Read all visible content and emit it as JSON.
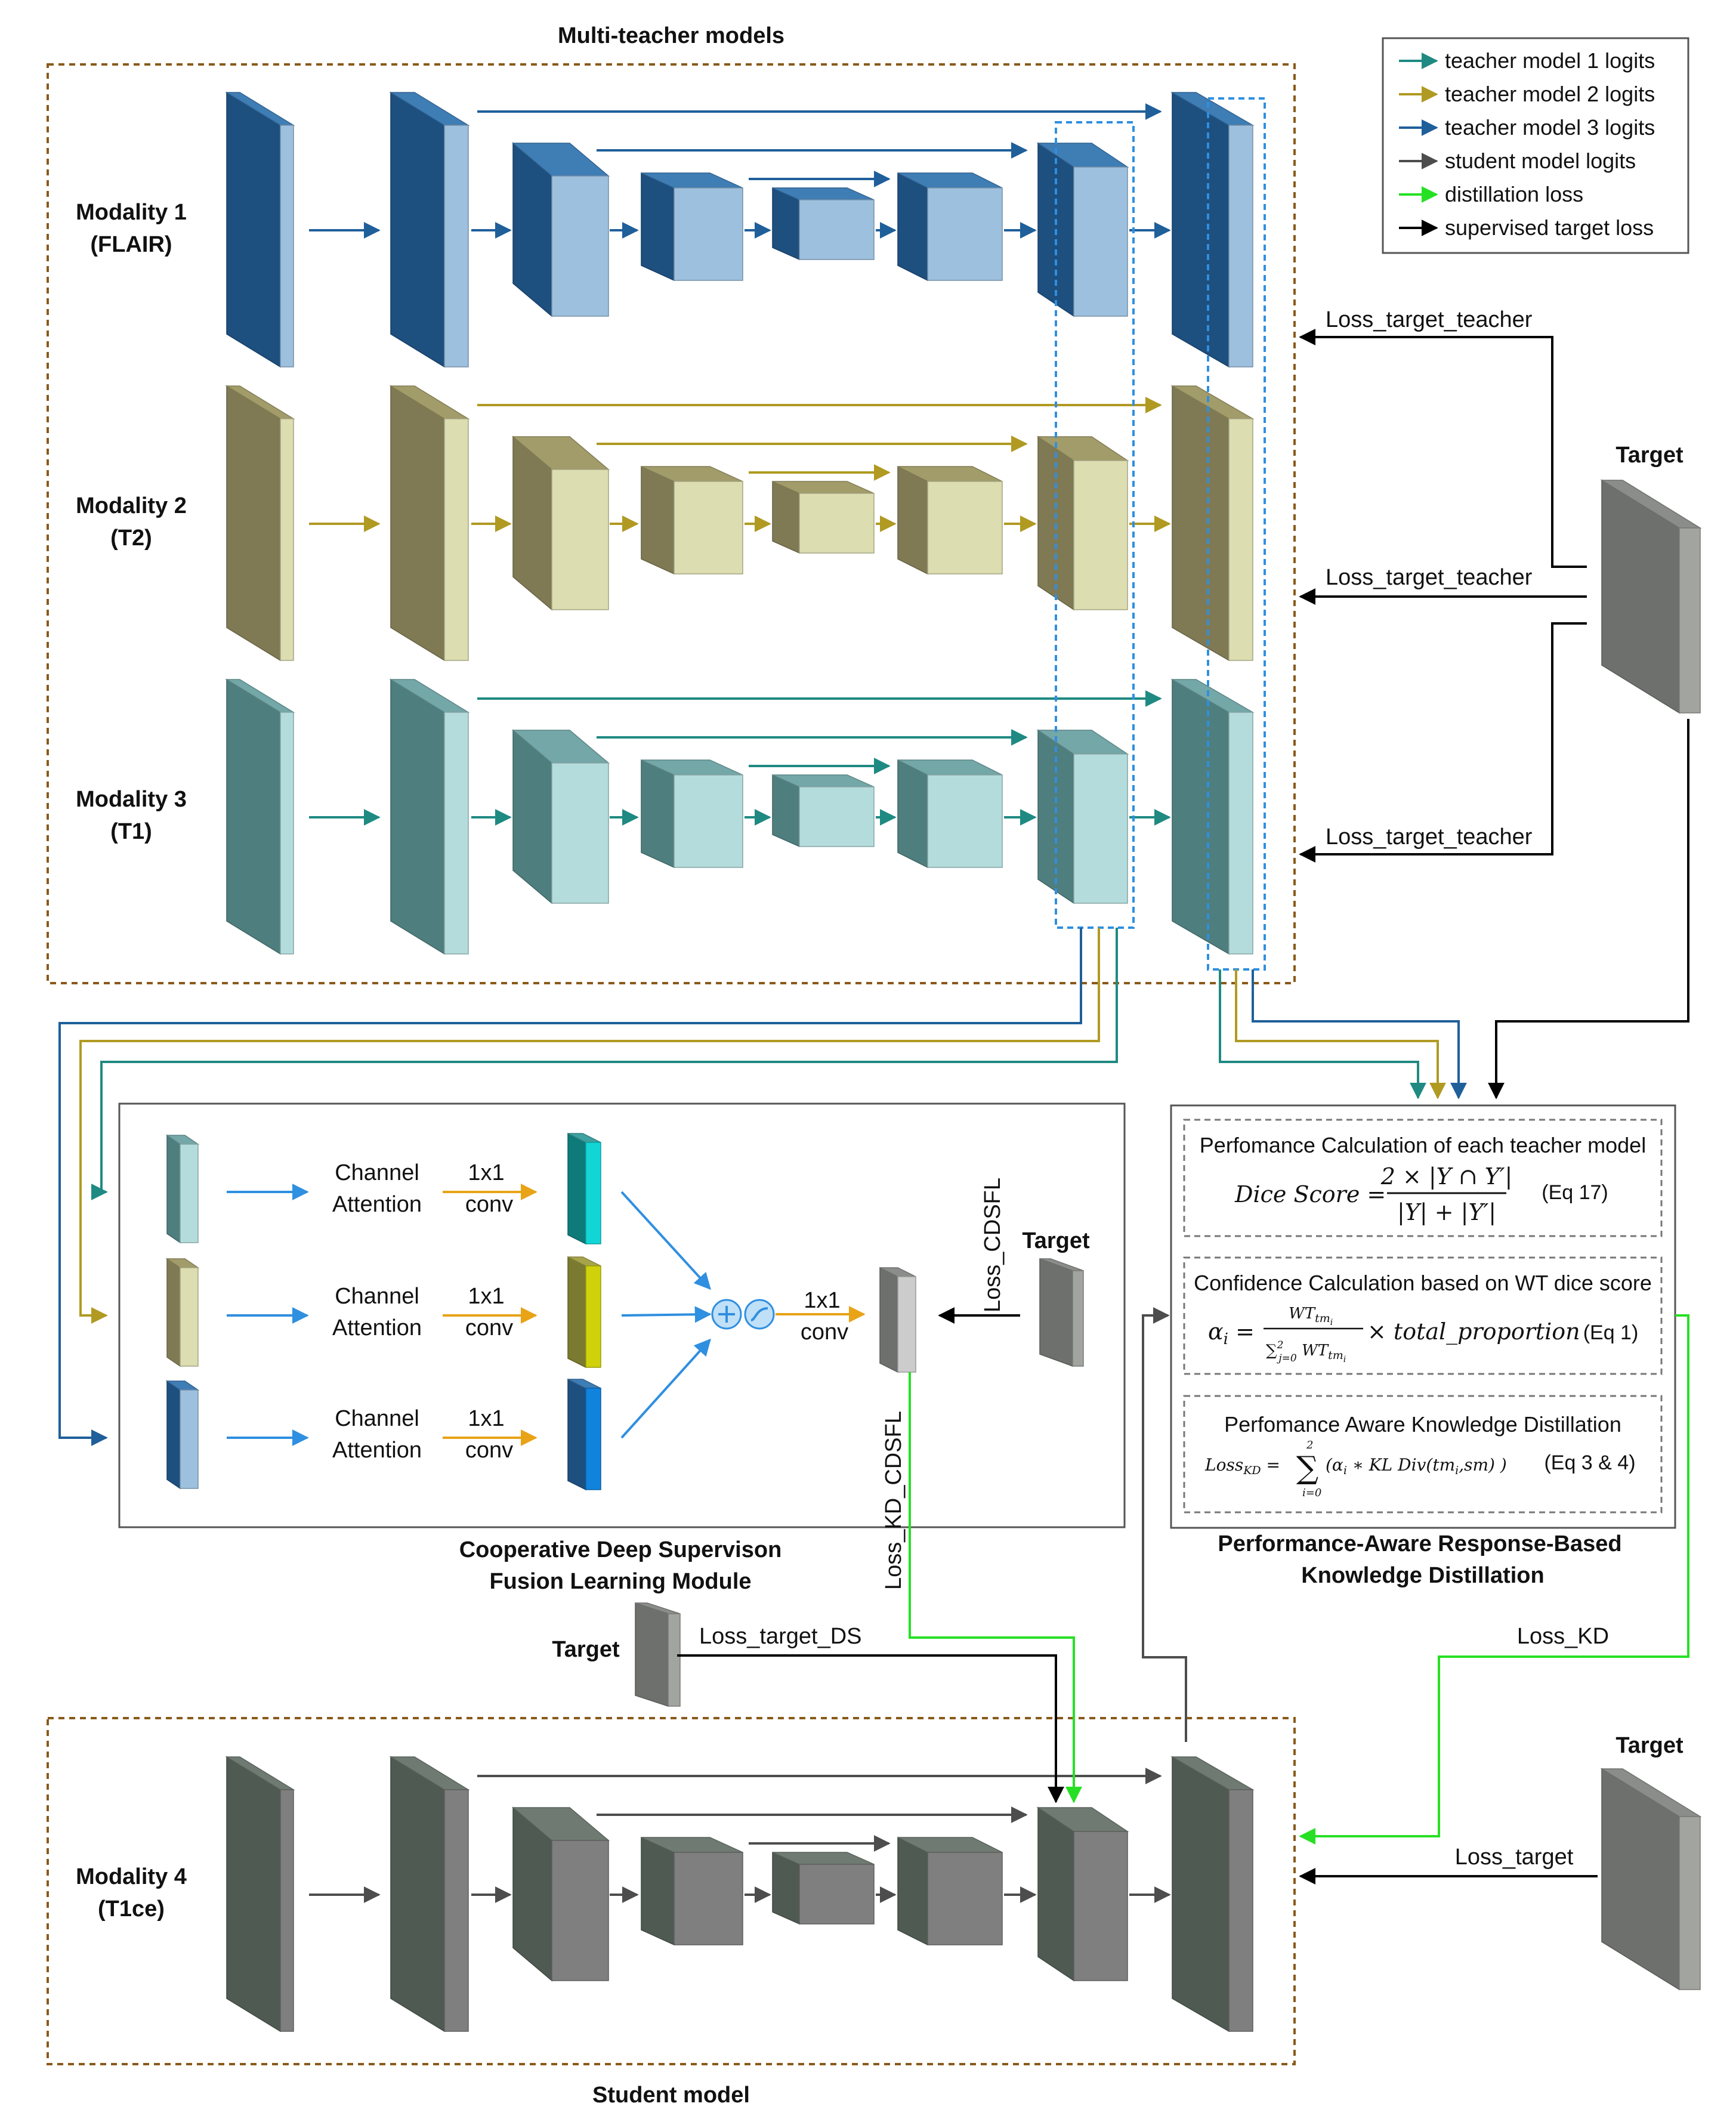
{
  "colors": {
    "teacher1": "#1f8a82",
    "teacher2": "#b09a22",
    "teacher3": "#1f5f9a",
    "student": "#4d4d4d",
    "distill": "#27e024",
    "target": "#000000",
    "attention_arrow": "#2f8fe0",
    "conv_arrow": "#e8a317",
    "dotted_border": "#8a5a1a",
    "dotted_blue": "#2f8fe0"
  },
  "titles": {
    "teachers": "Multi-teacher models",
    "student": "Student model",
    "cdsfl": [
      "Cooperative Deep Supervison",
      "Fusion Learning Module"
    ],
    "pard": [
      "Performance-Aware Response-Based",
      "Knowledge Distillation"
    ]
  },
  "modalities": [
    {
      "line1": "Modality 1",
      "line2": "(FLAIR)"
    },
    {
      "line1": "Modality 2",
      "line2": "(T2)"
    },
    {
      "line1": "Modality 3",
      "line2": "(T1)"
    },
    {
      "line1": "Modality 4",
      "line2": "(T1ce)"
    }
  ],
  "legend": [
    {
      "label": "teacher model 1 logits",
      "color": "#1f8a82"
    },
    {
      "label": "teacher model 2 logits",
      "color": "#b09a22"
    },
    {
      "label": "teacher model 3 logits",
      "color": "#1f5f9a"
    },
    {
      "label": "student model logits",
      "color": "#4d4d4d"
    },
    {
      "label": "distillation loss",
      "color": "#5cd04a"
    },
    {
      "label": "supervised target loss",
      "color": "#000000"
    }
  ],
  "labels": {
    "target": "Target",
    "loss_target_teacher": "Loss_target_teacher",
    "loss_target": "Loss_target",
    "loss_target_ds": "Loss_target_DS",
    "loss_kd": "Loss_KD",
    "loss_kd_cdsfl": "Loss_KD_CDSFL",
    "loss_cdsfl": "Loss_CDSFL",
    "channel_attention": [
      "Channel",
      "Attention"
    ],
    "conv": [
      "1x1",
      "conv"
    ]
  },
  "pard_boxes": {
    "box1_title": "Perfomance Calculation of each teacher model",
    "box1_eq_lhs": "Dice Score =",
    "box1_eq_num": "2 × |Y ∩ Y′|",
    "box1_eq_den": "|Y| + |Y′|",
    "box1_tag": "(Eq 17)",
    "box2_title": "Confidence Calculation based on WT dice score",
    "box2_tag": "(Eq 1)",
    "box3_title": "Perfomance Aware Knowledge Distillation",
    "box3_tag": "(Eq 3 & 4)"
  }
}
